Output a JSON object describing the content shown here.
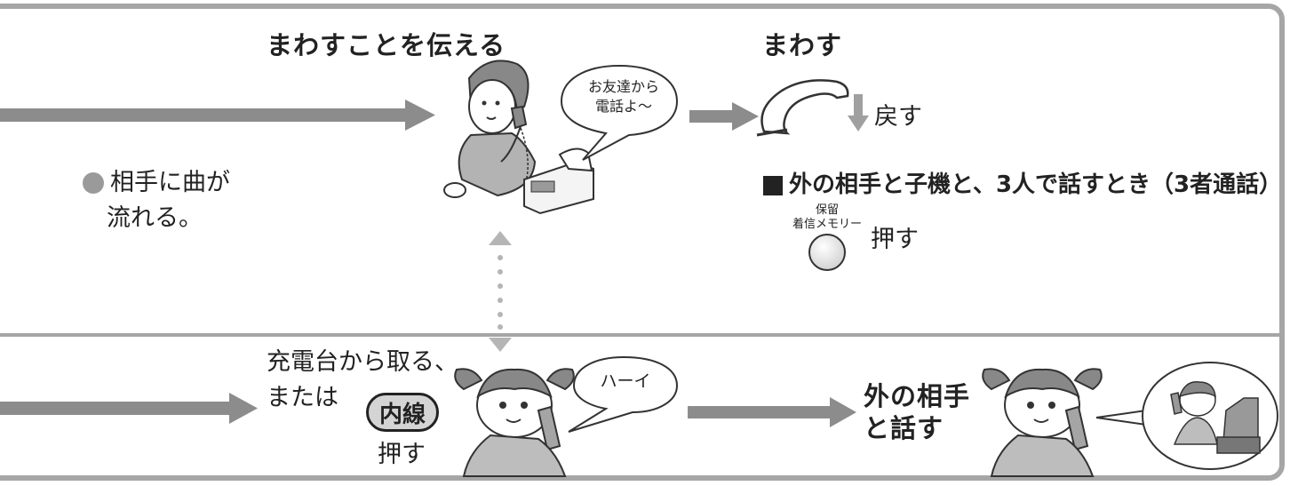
{
  "top_section": {
    "step1_heading": "まわすことを伝える",
    "step2_heading": "まわす",
    "bullet_note_line1": "相手に曲が",
    "bullet_note_line2": "流れる。",
    "speech_bubble_line1": "お友達から",
    "speech_bubble_line2": "電話よ～",
    "return_label": "戻す",
    "conference_heading": "外の相手と子機と、3人で話すとき（3者通話）",
    "hold_button_label_line1": "保留",
    "hold_button_label_line2": "着信メモリー",
    "push_label": "押す"
  },
  "bottom_section": {
    "pickup_line1": "充電台から取る、",
    "pickup_line2": "または",
    "intercom_button_label": "内線",
    "push_label": "押す",
    "speech_bubble": "ハーイ",
    "talk_line1": "外の相手",
    "talk_line2": "と話す"
  },
  "colors": {
    "arrow": "#8c8c8c",
    "border": "#a6a6a6",
    "dotted_link": "#b5b5b5",
    "bullet": "#9a9a9a"
  }
}
